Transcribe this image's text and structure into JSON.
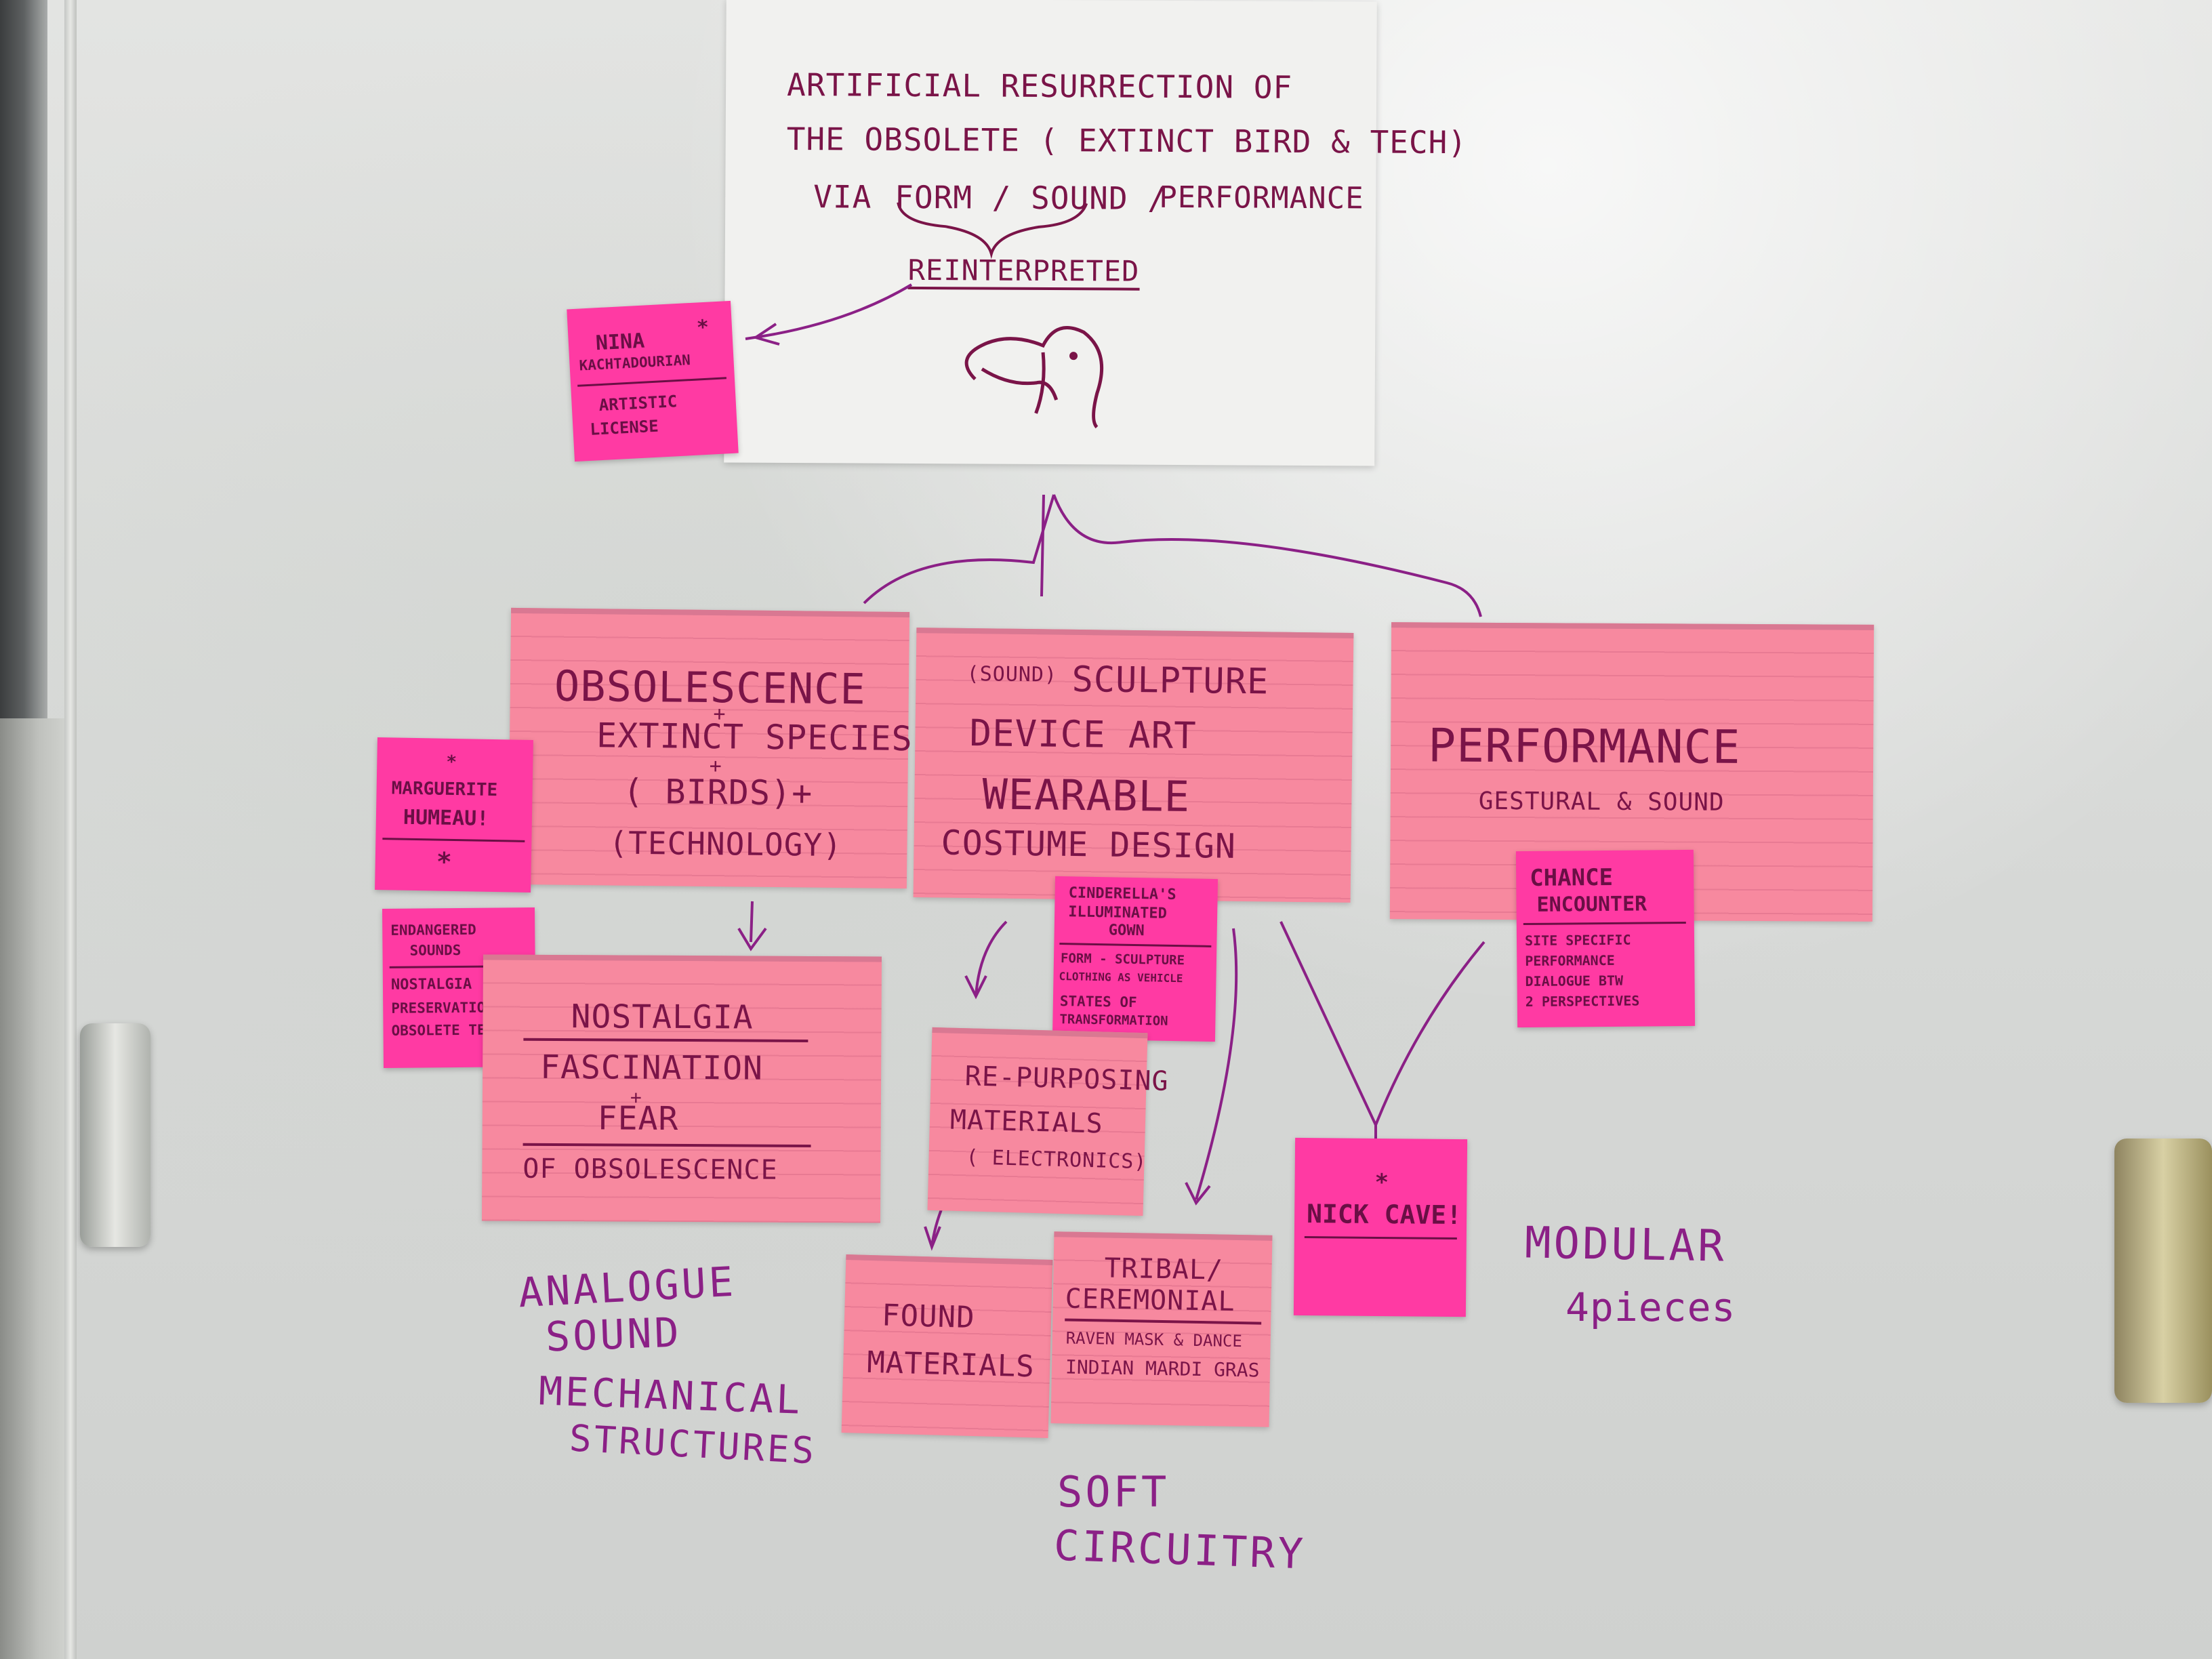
{
  "paper": {
    "line1": "ARTIFICIAL RESURRECTION OF",
    "line2": "THE OBSOLETE ( EXTINCT BIRD & TECH)",
    "line3_prefix": "VIA",
    "line3_form": "FORM / SOUND /",
    "line3_perf": "PERFORMANCE",
    "reinterpreted": "REINTERPRETED"
  },
  "stickies": {
    "nina": {
      "name_line1": "NINA",
      "name_line2": "KACHTADOURIAN",
      "star": "*",
      "note_line1": "ARTISTIC",
      "note_line2": "LICENSE"
    },
    "marguerite": {
      "star_top": "*",
      "line1": "MARGUERITE",
      "line2": "HUMEAU!",
      "star_bottom": "*"
    },
    "endangered": {
      "line1": "ENDANGERED",
      "line2": "SOUNDS",
      "line3": "NOSTALGIA",
      "line4": "PRESERVATION",
      "line5": "OBSOLETE TECH"
    },
    "cinderella": {
      "line1": "CINDERELLA'S",
      "line2": "ILLUMINATED",
      "line3": "GOWN",
      "line4": "FORM - SCULPTURE",
      "line5": "CLOTHING AS VEHICLE",
      "line6": "STATES OF",
      "line7": "TRANSFORMATION"
    },
    "chance": {
      "line1": "CHANCE",
      "line2": "ENCOUNTER",
      "line3": "SITE SPECIFIC",
      "line4": "PERFORMANCE",
      "line5": "DIALOGUE BTW",
      "line6": "2 PERSPECTIVES"
    },
    "nickcave": {
      "star": "*",
      "line1": "NICK CAVE!"
    }
  },
  "cards": {
    "obsolescence": {
      "line1": "OBSOLESCENCE",
      "plus1": "+",
      "line2": "EXTINCT SPECIES",
      "plus2": "+",
      "line3": "( BIRDS)+",
      "line4": "(TECHNOLOGY)"
    },
    "sculpture": {
      "line1_small": "(SOUND)",
      "line1": "SCULPTURE",
      "line2": "DEVICE ART",
      "line3": "WEARABLE",
      "line4": "COSTUME DESIGN"
    },
    "performance": {
      "line1": "PERFORMANCE",
      "line2": "GESTURAL & SOUND"
    },
    "nostalgia": {
      "line1": "NOSTALGIA",
      "line2": "FASCINATION",
      "plus": "+",
      "line3": "FEAR",
      "line4": "OF OBSOLESCENCE"
    },
    "repurposing": {
      "line1": "RE-PURPOSING",
      "line2": "MATERIALS",
      "line3": "( ELECTRONICS)"
    },
    "found": {
      "line1": "FOUND",
      "line2": "MATERIALS"
    },
    "tribal": {
      "line1": "TRIBAL/",
      "line2": "CEREMONIAL",
      "line3": "RAVEN MASK & DANCE",
      "line4": "INDIAN MARDI GRAS"
    }
  },
  "board_notes": {
    "analogue": [
      "ANALOGUE",
      "SOUND",
      "MECHANICAL",
      "STRUCTURES"
    ],
    "soft": [
      "SOFT",
      "CIRCUITRY"
    ],
    "modular": [
      "MODULAR",
      "4pieces"
    ]
  },
  "colors": {
    "card": "#f7899f",
    "sticky": "#ff3aa3",
    "ink": "#7a1448",
    "marker": "#8b2086"
  }
}
